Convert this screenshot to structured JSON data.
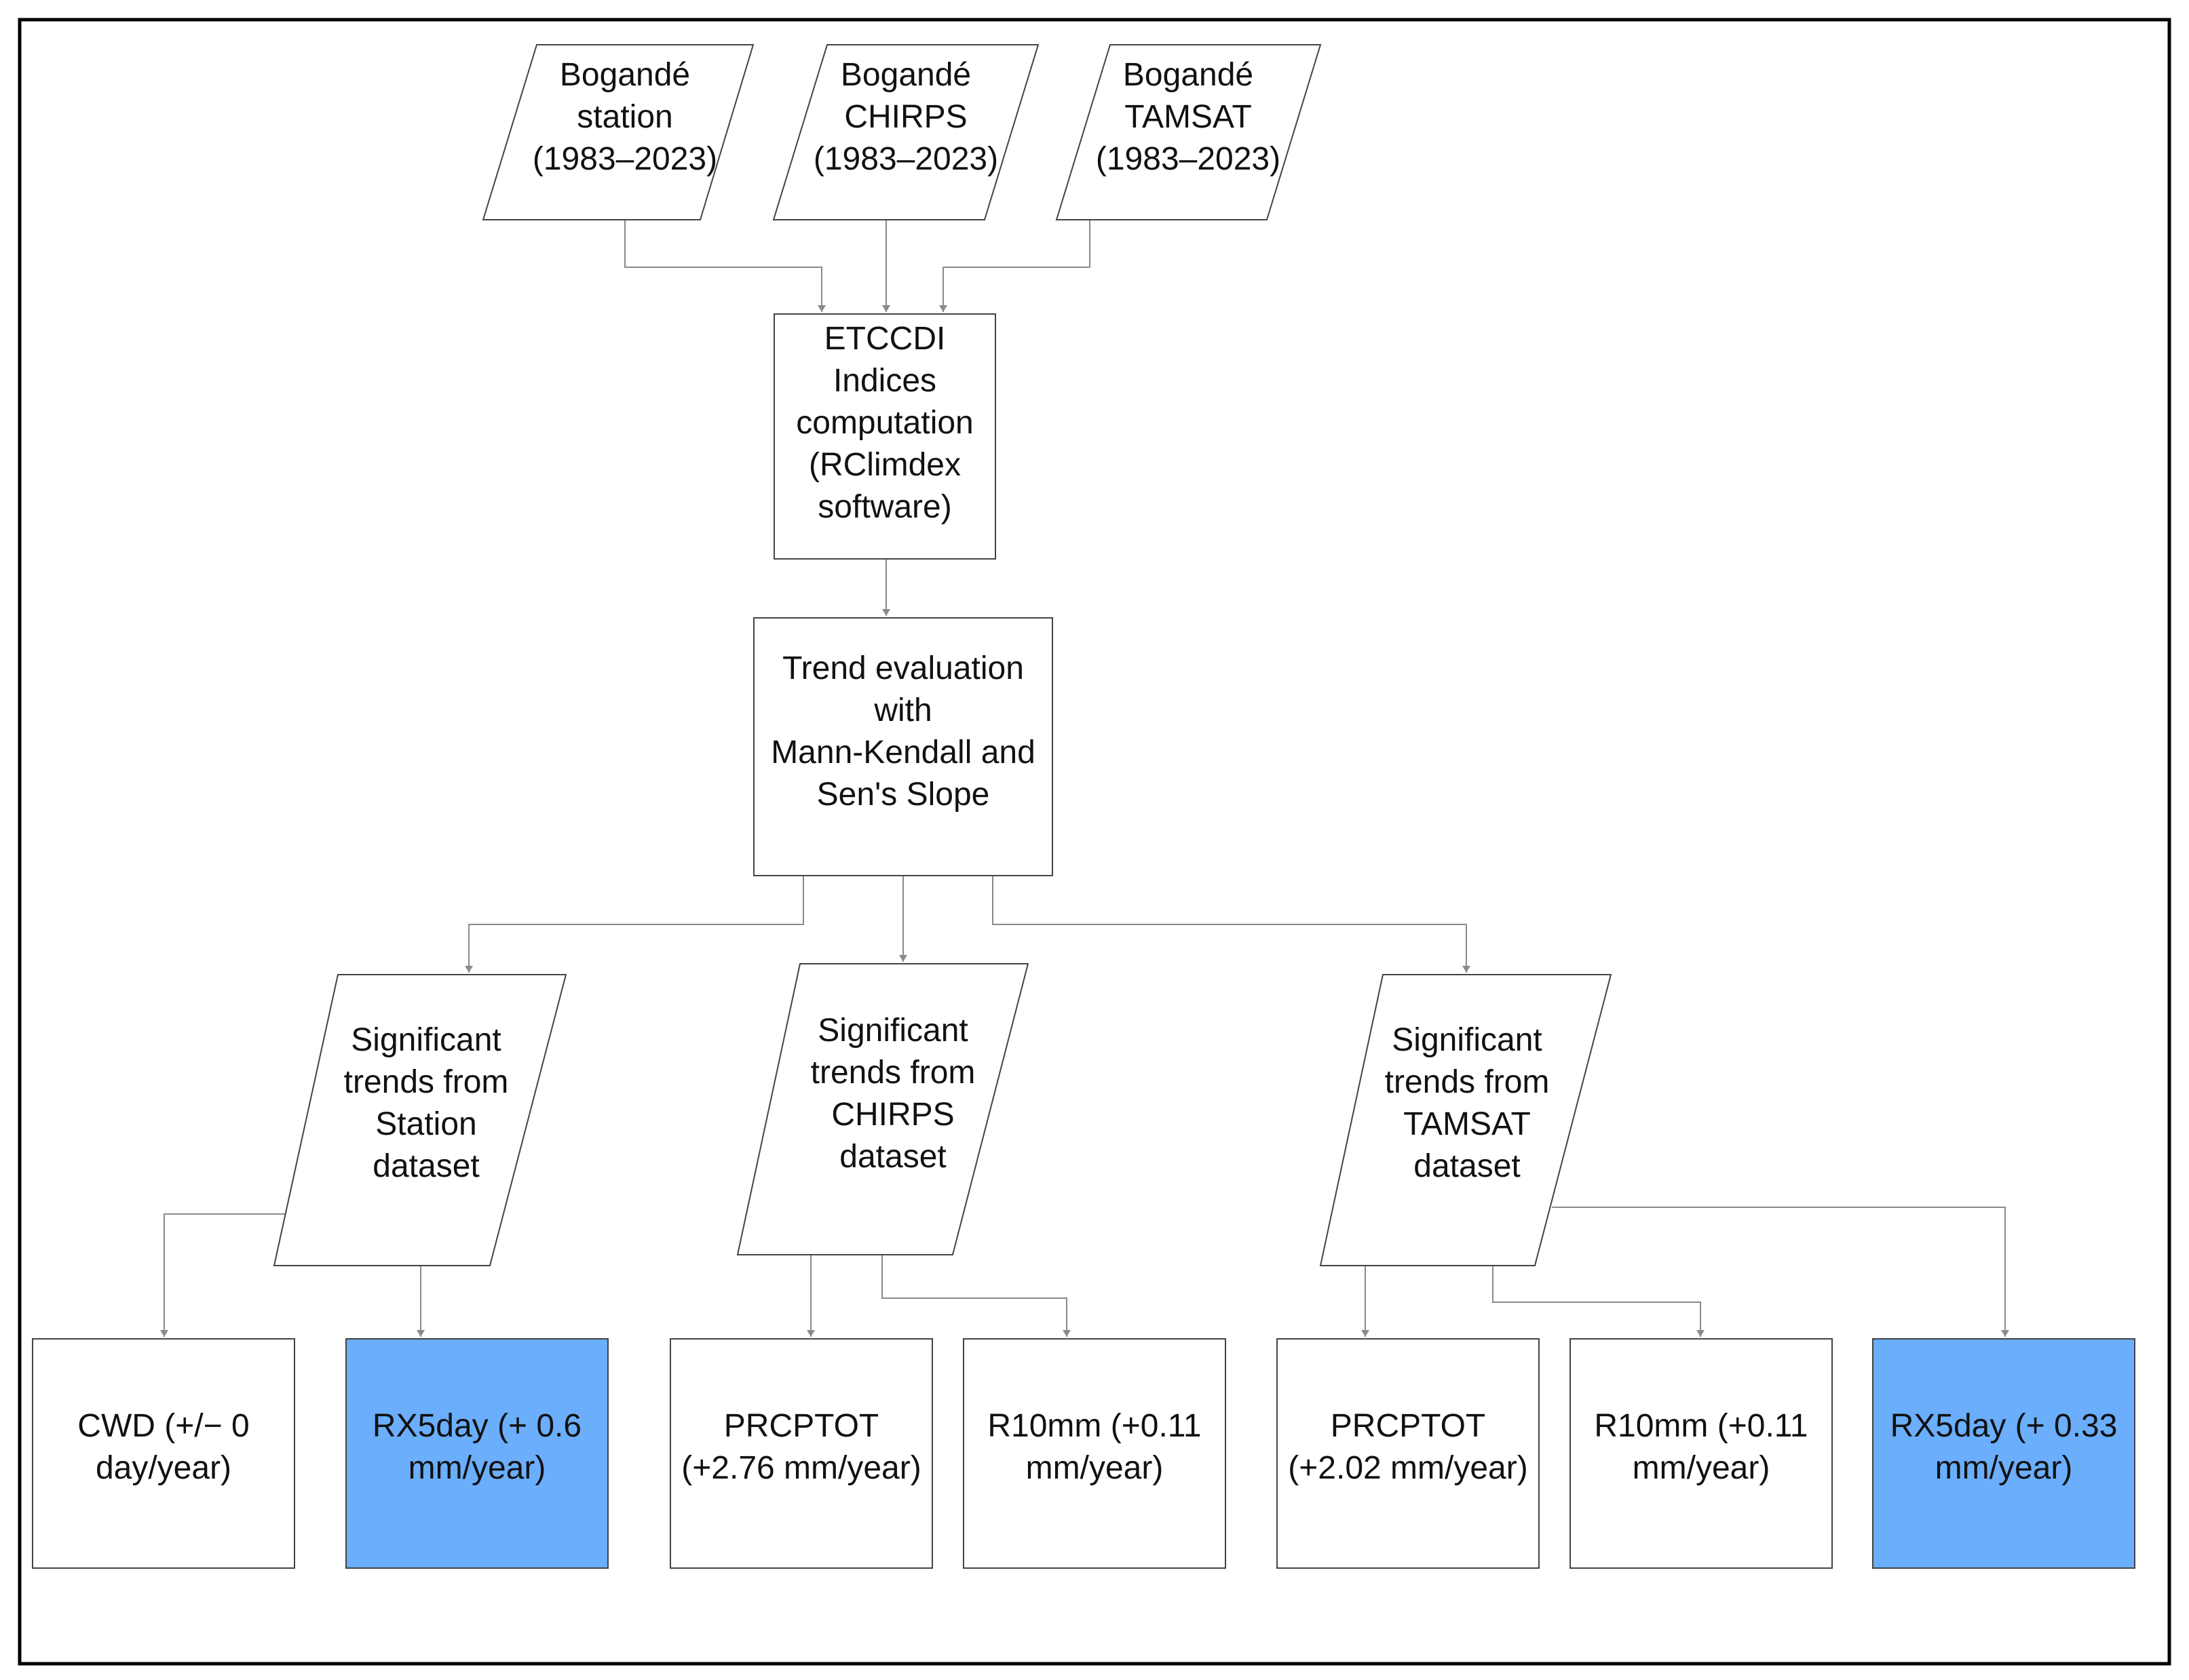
{
  "diagram": {
    "inputs": [
      {
        "id": "station",
        "lines": [
          "Bogandé",
          "station",
          "(1983–2023)"
        ]
      },
      {
        "id": "chirps",
        "lines": [
          "Bogandé",
          "CHIRPS",
          "(1983–2023)"
        ]
      },
      {
        "id": "tamsat",
        "lines": [
          "Bogandé",
          "TAMSAT",
          "(1983–2023)"
        ]
      }
    ],
    "process_indices": {
      "lines": [
        "ETCCDI",
        "Indices",
        "computation",
        "(RClimdex",
        "software)"
      ]
    },
    "process_trend": {
      "lines": [
        "Trend evaluation",
        "with",
        "Mann-Kendall and",
        "Sen's Slope"
      ]
    },
    "datasets": [
      {
        "id": "station",
        "lines": [
          "Significant",
          "trends from",
          "Station",
          "dataset"
        ],
        "suffix": ":"
      },
      {
        "id": "chirps",
        "lines": [
          "Significant",
          "trends from",
          "CHIRPS",
          "dataset"
        ],
        "suffix": ":"
      },
      {
        "id": "tamsat",
        "lines": [
          "Significant",
          "trends from",
          "TAMSAT",
          "dataset"
        ],
        "suffix": ":"
      }
    ],
    "results": [
      {
        "id": "station-cwd",
        "lines": [
          "CWD (+/− 0",
          "day/year)"
        ],
        "highlight": false
      },
      {
        "id": "station-rx5day",
        "lines": [
          "RX5day (+ 0.6",
          "mm/year)"
        ],
        "highlight": true
      },
      {
        "id": "chirps-prcptot",
        "lines": [
          "PRCPTOT",
          "(+2.76 mm/year)"
        ],
        "highlight": false
      },
      {
        "id": "chirps-r10mm",
        "lines": [
          "R10mm (+0.11",
          "mm/year)"
        ],
        "highlight": false
      },
      {
        "id": "tamsat-prcptot",
        "lines": [
          "PRCPTOT",
          "(+2.02 mm/year)"
        ],
        "highlight": false
      },
      {
        "id": "tamsat-r10mm",
        "lines": [
          "R10mm (+0.11",
          "mm/year)"
        ],
        "highlight": false
      },
      {
        "id": "tamsat-rx5day",
        "lines": [
          "RX5day (+ 0.33",
          "mm/year)"
        ],
        "highlight": true
      }
    ],
    "colors": {
      "highlight_fill": "#6aaefc",
      "box_stroke": "#444444",
      "connector": "#8a8a8a",
      "frame": "#000000"
    }
  }
}
